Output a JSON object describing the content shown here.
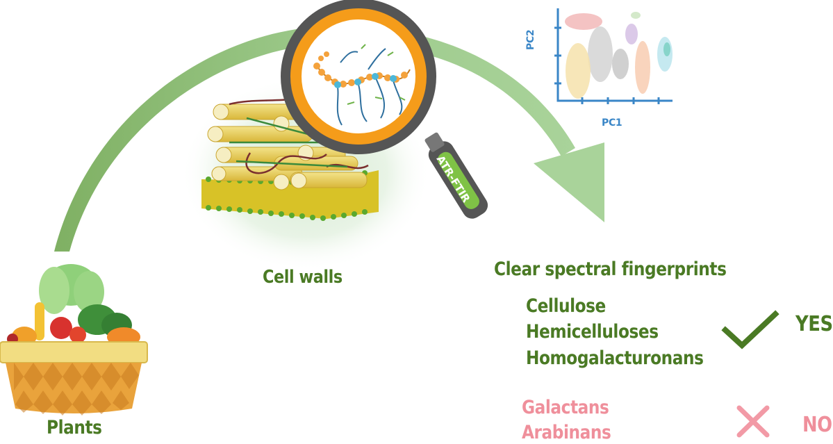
{
  "labels": {
    "plants": "Plants",
    "cell_walls": "Cell walls",
    "heading": "Clear spectral fingerprints",
    "technique": "ATR-FTIR"
  },
  "pca": {
    "x_label": "PC1",
    "y_label": "PC2"
  },
  "yes_group": {
    "items": [
      "Cellulose",
      "Hemicelluloses",
      "Homogalacturonans"
    ],
    "verdict": "YES"
  },
  "no_group": {
    "items": [
      "Galactans",
      "Arabinans"
    ],
    "verdict": "NO"
  },
  "colors": {
    "green_text": "#4a7a24",
    "pink_text": "#ef8f9b",
    "arrow_green": "#8fc07a",
    "axis_blue": "#3a86c7",
    "lens_orange": "#f59c1a",
    "handle_gray": "#555555",
    "check_green": "#4a7a24",
    "cross_pink": "#f29aa6"
  }
}
